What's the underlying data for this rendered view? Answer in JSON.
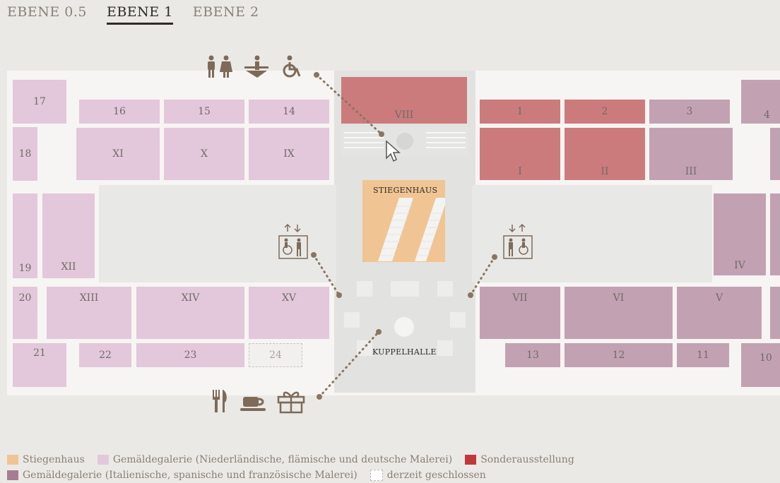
{
  "tabs": [
    {
      "label": "EBENE 0.5"
    },
    {
      "label": "EBENE 1"
    },
    {
      "label": "EBENE 2"
    }
  ],
  "colors": {
    "stiegenhaus": "#f1c494",
    "gemaelde_nl": "#e3c8dc",
    "sonder": "#c0383a",
    "gemaelde_it": "#a77d92",
    "closed": "#ffffff"
  },
  "labels": {
    "stiegenhaus": "STIEGENHAUS",
    "kuppelhalle": "KUPPELHALLE"
  },
  "rooms": {
    "r17": "17",
    "r16": "16",
    "r15": "15",
    "r14": "14",
    "r18": "18",
    "r19": "19",
    "r20": "20",
    "r21": "21",
    "r22": "22",
    "r23": "23",
    "r24": "24",
    "rXI": "XI",
    "rX": "X",
    "rIX": "IX",
    "rXII": "XII",
    "rXIII": "XIII",
    "rXIV": "XIV",
    "rXV": "XV",
    "rVIII": "VIII",
    "r1": "1",
    "r2": "2",
    "r3": "3",
    "r4": "4",
    "rI": "I",
    "rII": "II",
    "rIII": "III",
    "rIV": "IV",
    "rV": "V",
    "rVI": "VI",
    "rVII": "VII",
    "r13": "13",
    "r12": "12",
    "r11": "11",
    "r10": "10"
  },
  "icons": {
    "toilets": "toilets-icon",
    "baby": "baby-changing-icon",
    "wheelchair": "wheelchair-icon",
    "lift_left": "elevator-icon",
    "lift_right": "elevator-icon",
    "restaurant": "restaurant-icon",
    "cafe": "cafe-icon",
    "shop": "gift-shop-icon"
  },
  "legend": {
    "stiegenhaus": "Stiegenhaus",
    "gemaelde_nl": "Gemäldegalerie (Niederländische, flämische und deutsche Malerei)",
    "sonder": "Sonderausstellung",
    "gemaelde_it": "Gemäldegalerie (Italienische, spanische und französische Malerei)",
    "closed": "derzeit geschlossen"
  }
}
